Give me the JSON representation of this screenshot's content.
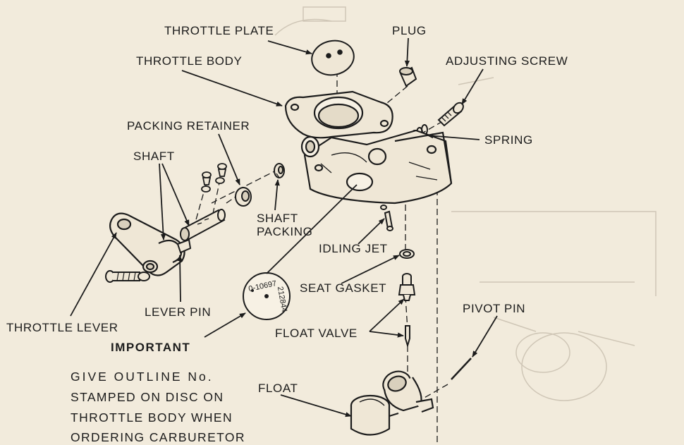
{
  "labels": {
    "throttle_plate": "THROTTLE PLATE",
    "plug": "PLUG",
    "throttle_body": "THROTTLE BODY",
    "adjusting_screw": "ADJUSTING SCREW",
    "packing_retainer": "PACKING RETAINER",
    "spring": "SPRING",
    "shaft": "SHAFT",
    "shaft_packing_line1": "SHAFT",
    "shaft_packing_line2": "PACKING",
    "idling_jet": "IDLING JET",
    "seat_gasket": "SEAT GASKET",
    "lever_pin": "LEVER PIN",
    "throttle_lever": "THROTTLE LEVER",
    "pivot_pin": "PIVOT PIN",
    "float_valve": "FLOAT VALVE",
    "float": "FLOAT"
  },
  "disc": {
    "number_top": "0-10697",
    "number_side": "212844"
  },
  "note": {
    "heading": "IMPORTANT",
    "lines": [
      "GIVE OUTLINE No.",
      "STAMPED ON DISC ON",
      "THROTTLE BODY WHEN",
      "ORDERING CARBURETOR"
    ]
  },
  "colors": {
    "paper": "#f2ebdc",
    "ink": "#1c1c1c",
    "ghost": "#cfc6b6"
  }
}
